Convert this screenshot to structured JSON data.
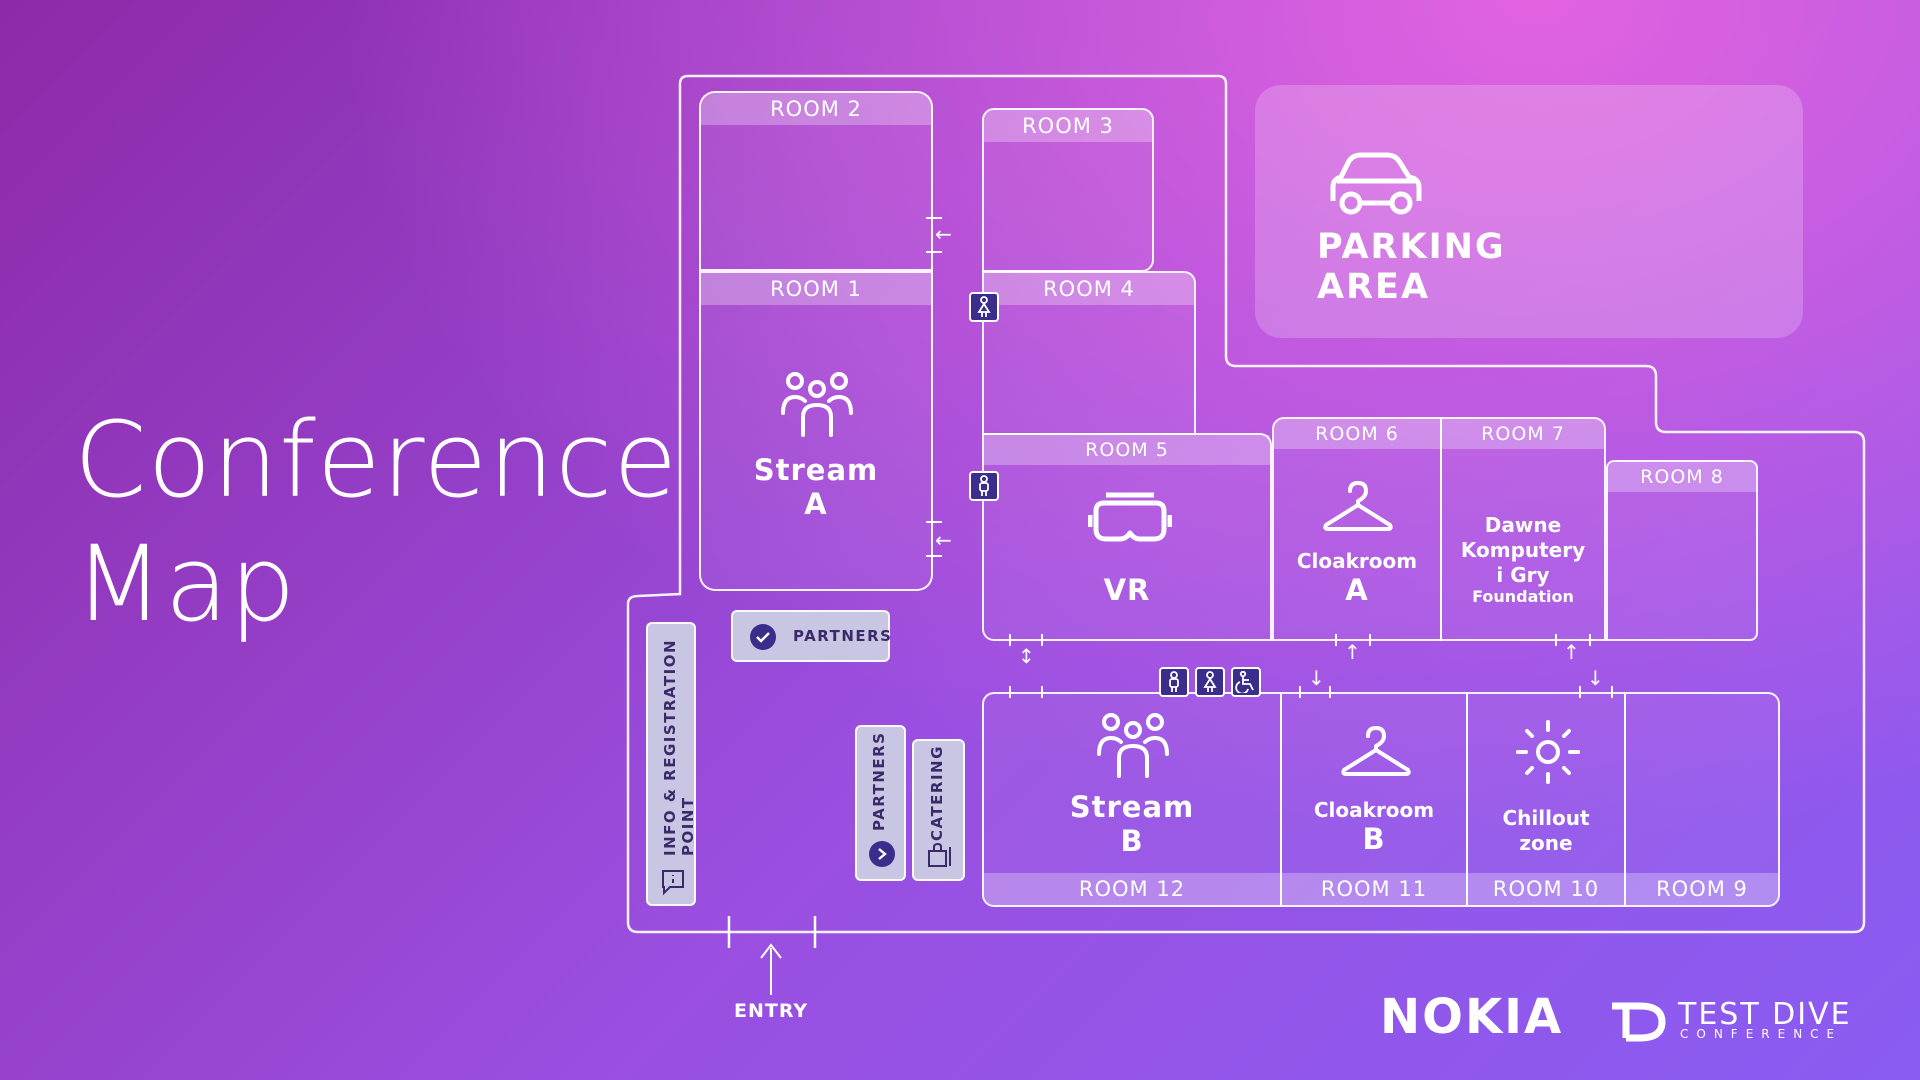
{
  "title_line1": "Conference",
  "title_line2": "Map",
  "parking": {
    "line1": "PARKING",
    "line2": "AREA",
    "icon": "car-icon"
  },
  "rooms": {
    "room1": "ROOM 1",
    "room2": "ROOM 2",
    "room3": "ROOM 3",
    "room4": "ROOM 4",
    "room5": "ROOM 5",
    "room6": "ROOM 6",
    "room7": "ROOM 7",
    "room8": "ROOM 8",
    "room9": "ROOM 9",
    "room10": "ROOM 10",
    "room11": "ROOM 11",
    "room12": "ROOM 12"
  },
  "venues": {
    "stream_a": {
      "line1": "Stream",
      "line2": "A",
      "icon": "people-icon"
    },
    "vr": {
      "line1": "VR",
      "icon": "vr-headset-icon"
    },
    "cloakroom_a": {
      "line1": "Cloakroom",
      "line2": "A",
      "icon": "hanger-icon"
    },
    "dawne": {
      "line1": "Dawne",
      "line2": "Komputery",
      "line3": "i Gry",
      "line4": "Foundation"
    },
    "stream_b": {
      "line1": "Stream",
      "line2": "B",
      "icon": "people-icon"
    },
    "cloakroom_b": {
      "line1": "Cloakroom",
      "line2": "B",
      "icon": "hanger-icon"
    },
    "chillout": {
      "line1": "Chillout",
      "line2": "zone",
      "icon": "sun-icon"
    }
  },
  "signs": {
    "partners_top": "PARTNERS",
    "info": "INFO & REGISTRATION POINT",
    "partners_side": "PARTNERS",
    "catering": "CATERING"
  },
  "entry": "ENTRY",
  "logos": {
    "nokia": "NOKIA",
    "testdive_main": "TEST DIVE",
    "testdive_sub": "CONFERENCE"
  },
  "colors": {
    "bg_start": "#8d2aa8",
    "bg_end": "#8a5cf2",
    "badge": "#3a2d8c",
    "sign": "#c9c6e4"
  }
}
